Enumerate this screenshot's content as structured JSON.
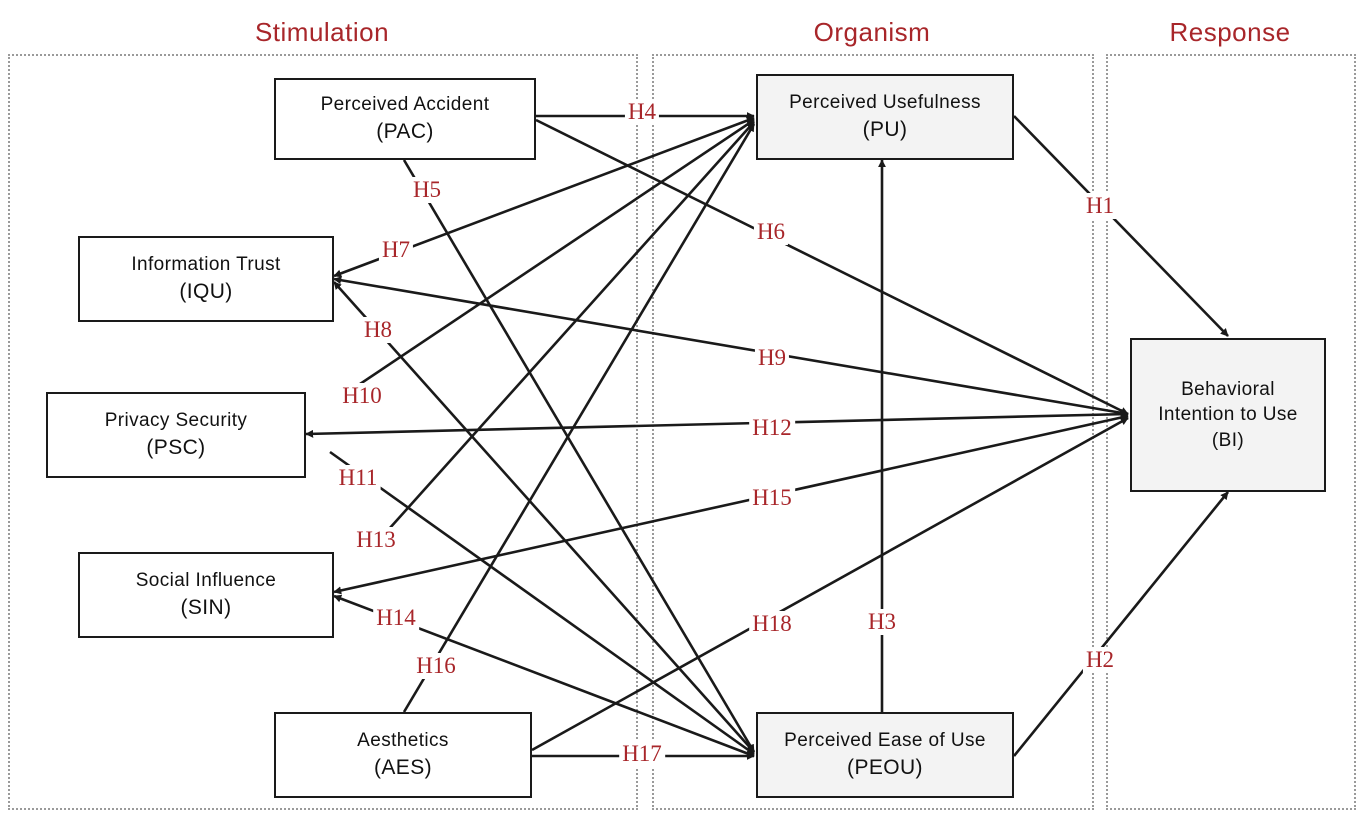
{
  "sections": {
    "stimulation": "Stimulation",
    "organism": "Organism",
    "response": "Response"
  },
  "nodes": {
    "pac": {
      "name": "Perceived Accident",
      "abbr": "(PAC)"
    },
    "iqu": {
      "name": "Information Trust",
      "abbr": "(IQU)"
    },
    "psc": {
      "name": "Privacy Security",
      "abbr": "(PSC)"
    },
    "sin": {
      "name": "Social Influence",
      "abbr": "(SIN)"
    },
    "aes": {
      "name": "Aesthetics",
      "abbr": "(AES)"
    },
    "pu": {
      "name": "Perceived Usefulness",
      "abbr": "(PU)"
    },
    "peou": {
      "name": "Perceived Ease of Use",
      "abbr": "(PEOU)"
    },
    "bi": {
      "line1": "Behavioral",
      "line2": "Intention to Use",
      "abbr": "(BI)"
    }
  },
  "hypotheses": {
    "h1": "H1",
    "h2": "H2",
    "h3": "H3",
    "h4": "H4",
    "h5": "H5",
    "h6": "H6",
    "h7": "H7",
    "h8": "H8",
    "h9": "H9",
    "h10": "H10",
    "h11": "H11",
    "h12": "H12",
    "h13": "H13",
    "h14": "H14",
    "h15": "H15",
    "h16": "H16",
    "h17": "H17",
    "h18": "H18"
  },
  "colors": {
    "section_title": "#a8262a",
    "hypothesis_label": "#a8262a",
    "arrow": "#1a1a1a"
  }
}
